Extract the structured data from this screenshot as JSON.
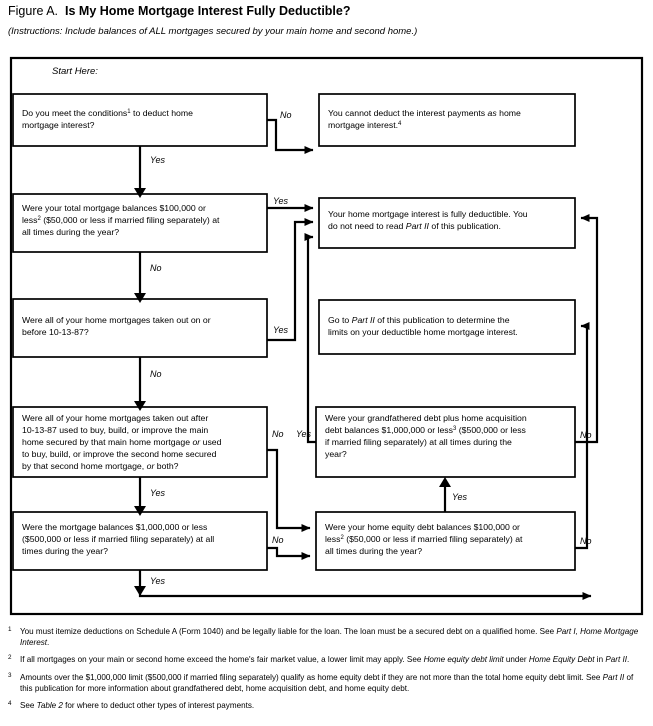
{
  "header": {
    "figure_label": "Figure A.",
    "title": "Is My Home Mortgage Interest Fully Deductible?",
    "instructions": "(Instructions: Include balances of ALL mortgages secured by your main home and second home.)"
  },
  "start_label": "Start Here:",
  "nodes": {
    "q1": {
      "id": "q1",
      "type": "decision",
      "line1": "Do you meet the conditions",
      "sup1": "1",
      "line1b": " to deduct home",
      "line2": "mortgage interest?"
    },
    "r1": {
      "id": "r1",
      "type": "outcome",
      "line1a": "You cannot deduct the interest payments ",
      "line1i": "as",
      "line1b": " home",
      "line2": "mortgage interest.",
      "sup": "4"
    },
    "q2": {
      "id": "q2",
      "type": "decision",
      "line1": "Were your total mortgage balances $100,000 or",
      "line2a": "less",
      "sup": "2",
      "line2b": " ($50,000 or less if married filing separately) at",
      "line3": "all times during the year?"
    },
    "r2": {
      "id": "r2",
      "type": "outcome",
      "line1": "Your home mortgage interest is fully deductible. You",
      "line2a": "do not need to read ",
      "line2i": "Part II",
      "line2b": " of this publication."
    },
    "q3": {
      "id": "q3",
      "type": "decision",
      "line1": "Were all of your home mortgages taken out on or",
      "line2": "before 10-13-87?"
    },
    "r3": {
      "id": "r3",
      "type": "outcome",
      "line1a": "Go to ",
      "line1i": "Part II",
      "line1b": " of this publication to determine the",
      "line2": "limits on your deductible home mortgage interest."
    },
    "q4": {
      "id": "q4",
      "type": "decision",
      "line1": "Were all of your home mortgages taken out after",
      "line2": "10-13-87 used to buy, build, or improve the main",
      "line3a": "home secured by that main home mortgage ",
      "line3i": "or",
      "line3b": " used",
      "line4": "to buy, build, or improve the second home secured",
      "line5a": "by that second home mortgage, ",
      "line5i": "or",
      "line5b": " both?"
    },
    "q5": {
      "id": "q5",
      "type": "decision",
      "line1": "Were your grandfathered debt plus home acquisition",
      "line2a": "debt balances $1,000,000 or less",
      "sup": "3",
      "line2b": " ($500,000 or less",
      "line3": "if married filing separately) at all times during the",
      "line4": "year?"
    },
    "q6": {
      "id": "q6",
      "type": "decision",
      "line1": "Were the mortgage balances $1,000,000 or less",
      "line2": "($500,000 or less if married filing separately) at all",
      "line3": "times during the year?"
    },
    "q7": {
      "id": "q7",
      "type": "decision",
      "line1": "Were your home equity debt balances $100,000 or",
      "line2a": "less",
      "sup": "2",
      "line2b": " ($50,000 or less if married filing separately) at",
      "line3": "all times during the year?"
    }
  },
  "edge_labels": {
    "q1_no": "No",
    "q1_yes": "Yes",
    "q2_yes": "Yes",
    "q2_no": "No",
    "q3_yes": "Yes",
    "q3_no": "No",
    "q4_no": "No",
    "q4_yes": "Yes",
    "q5_yes": "Yes",
    "q5_no": "No",
    "q6_no": "No",
    "q6_yes": "Yes",
    "q7_yes": "Yes",
    "q7_no": "No"
  },
  "footnotes": [
    {
      "marker": "1",
      "parts": [
        {
          "t": "You must itemize deductions on Schedule A (Form 1040) and be legally liable for the loan. The loan must be a secured debt on a qualified home. See ",
          "i": false
        },
        {
          "t": "Part I, Home Mortgage Interest",
          "i": true
        },
        {
          "t": ".",
          "i": false
        }
      ]
    },
    {
      "marker": "2",
      "parts": [
        {
          "t": "If all mortgages on your main or second home exceed the home's fair market value, a lower limit may apply. See ",
          "i": false
        },
        {
          "t": "Home equity debt limit",
          "i": true
        },
        {
          "t": " under ",
          "i": false
        },
        {
          "t": "Home Equity Debt",
          "i": true
        },
        {
          "t": " in ",
          "i": false
        },
        {
          "t": "Part II",
          "i": true
        },
        {
          "t": ".",
          "i": false
        }
      ]
    },
    {
      "marker": "3",
      "parts": [
        {
          "t": "Amounts over the $1,000,000 limit ($500,000 if married filing separately) qualify as home equity debt if they are not more than the total home equity debt limit. See ",
          "i": false
        },
        {
          "t": "Part II",
          "i": true
        },
        {
          "t": " of this publication for more information about grandfathered debt, home acquisition debt, and home equity debt.",
          "i": false
        }
      ]
    },
    {
      "marker": "4",
      "parts": [
        {
          "t": "See ",
          "i": false
        },
        {
          "t": "Table 2",
          "i": true
        },
        {
          "t": " for where to deduct other types of interest payments.",
          "i": false
        }
      ]
    }
  ],
  "colors": {
    "ink": "#000000",
    "paper": "#ffffff"
  }
}
